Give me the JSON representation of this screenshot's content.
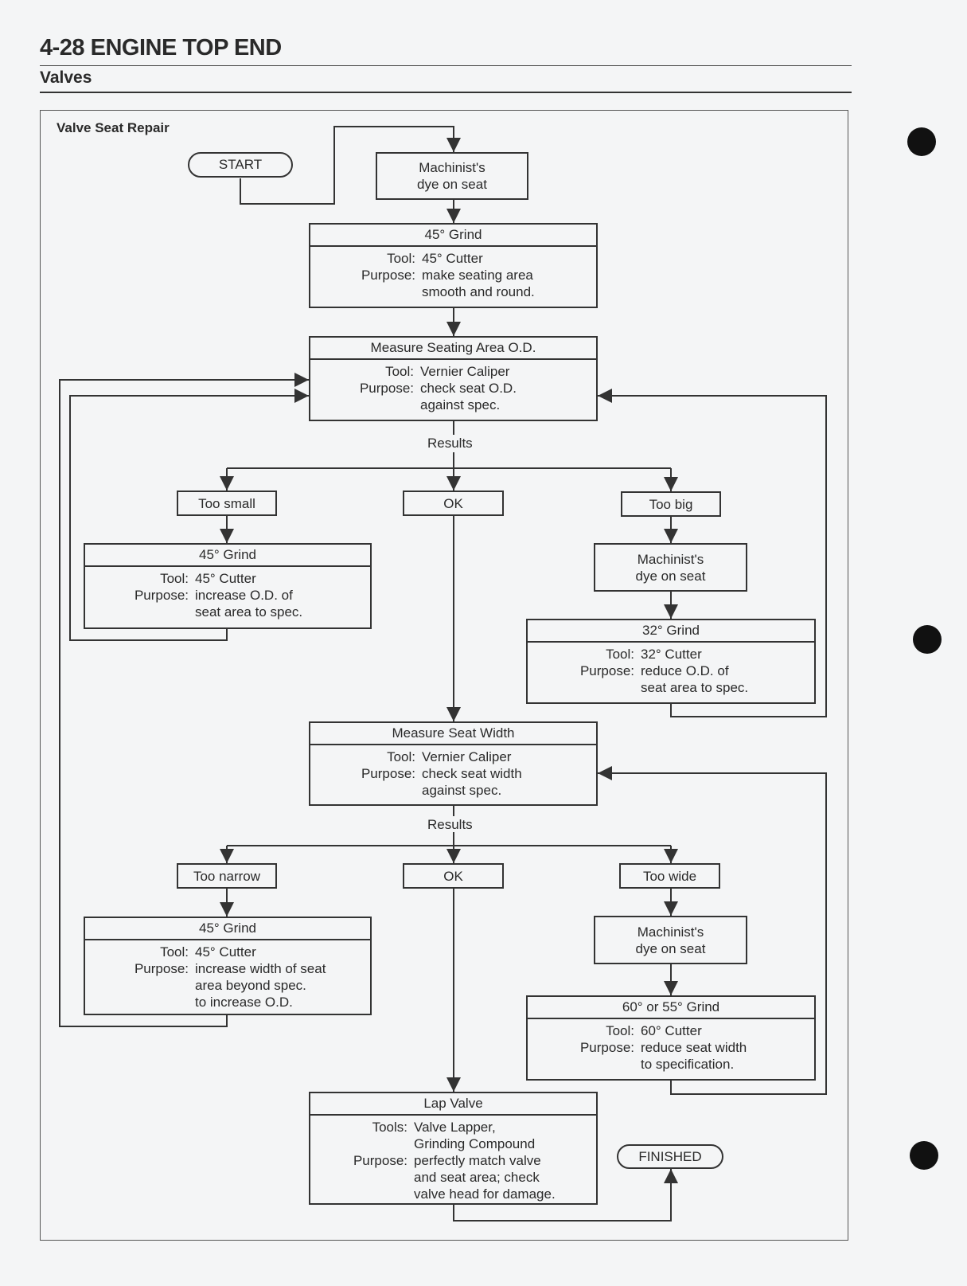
{
  "header": {
    "title": "4-28 ENGINE TOP END",
    "subtitle": "Valves"
  },
  "figure_title": "Valve Seat Repair",
  "start": "START",
  "finished": "FINISHED",
  "labels": {
    "tool": "Tool:",
    "tools": "Tools:",
    "purpose": "Purpose:",
    "results": "Results"
  },
  "dye1": [
    "Machinist's",
    "dye on seat"
  ],
  "grind45_top": {
    "title": "45° Grind",
    "tool": "45° Cutter",
    "purpose": [
      "make seating area",
      "smooth and round."
    ]
  },
  "measure_od": {
    "title": "Measure Seating Area O.D.",
    "tool": "Vernier Caliper",
    "purpose": [
      "check seat O.D.",
      "against spec."
    ]
  },
  "od_results": {
    "small": "Too small",
    "ok": "OK",
    "big": "Too big"
  },
  "grind45_small": {
    "title": "45° Grind",
    "tool": "45° Cutter",
    "purpose": [
      "increase O.D. of",
      "seat area to spec."
    ]
  },
  "dye2": [
    "Machinist's",
    "dye on seat"
  ],
  "grind32": {
    "title": "32° Grind",
    "tool": "32° Cutter",
    "purpose": [
      "reduce O.D. of",
      "seat area to spec."
    ]
  },
  "measure_width": {
    "title": "Measure Seat Width",
    "tool": "Vernier Caliper",
    "purpose": [
      "check seat width",
      "against spec."
    ]
  },
  "width_results": {
    "narrow": "Too narrow",
    "ok": "OK",
    "wide": "Too wide"
  },
  "grind45_narrow": {
    "title": "45° Grind",
    "tool": "45° Cutter",
    "purpose": [
      "increase width of seat",
      "area beyond spec.",
      "to increase O.D."
    ]
  },
  "dye3": [
    "Machinist's",
    "dye on seat"
  ],
  "grind60": {
    "title": "60° or 55° Grind",
    "tool": "60° Cutter",
    "purpose": [
      "reduce seat width",
      "to specification."
    ]
  },
  "lap": {
    "title": "Lap Valve",
    "tools": [
      "Valve Lapper,",
      "Grinding Compound"
    ],
    "purpose": [
      "perfectly match valve",
      "and seat area; check",
      "valve head for damage."
    ]
  }
}
